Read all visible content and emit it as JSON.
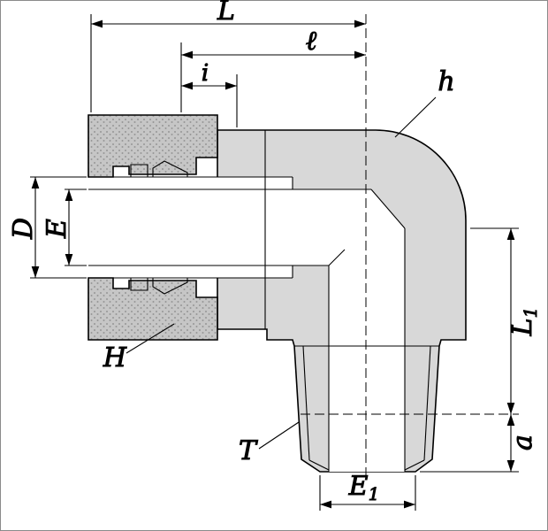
{
  "diagram": {
    "type": "technical-drawing",
    "subject": "90-degree elbow compression tube fitting, cross-section with dimension callouts",
    "labels": {
      "overall_length": "L",
      "body_length": "ℓ",
      "engagement": "i",
      "body_callout": "h",
      "tube_diameter": "D",
      "bore_diameter": "E",
      "nut_callout": "H",
      "thread_callout": "T",
      "port_e1": {
        "base": "E",
        "sub": "1"
      },
      "leg_l1": {
        "base": "L",
        "sub": "1"
      },
      "thread_a": "a"
    },
    "colors": {
      "background": "#ffffff",
      "border": "#8a8a8a",
      "line": "#000000",
      "body_fill": "#d8d8d8",
      "nut_fill": "#c6c6c6",
      "nut_speckle": "#979797",
      "ferrule_fill": "#aeaeae"
    }
  }
}
